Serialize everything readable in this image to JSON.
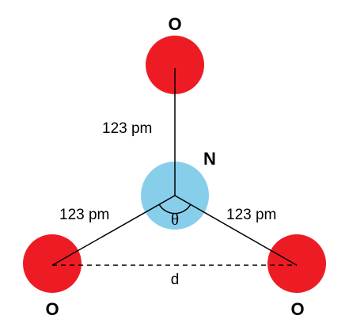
{
  "atoms": {
    "nitrogen": {
      "label": "N",
      "color": "#87ceeb"
    },
    "oxygen_top": {
      "label": "O",
      "color": "#ed1c24"
    },
    "oxygen_left": {
      "label": "O",
      "color": "#ed1c24"
    },
    "oxygen_right": {
      "label": "O",
      "color": "#ed1c24"
    }
  },
  "bonds": {
    "top": {
      "label": "123 pm"
    },
    "left": {
      "label": "123 pm"
    },
    "right": {
      "label": "123 pm"
    }
  },
  "angle": {
    "label": "θ"
  },
  "distance": {
    "label": "d"
  }
}
